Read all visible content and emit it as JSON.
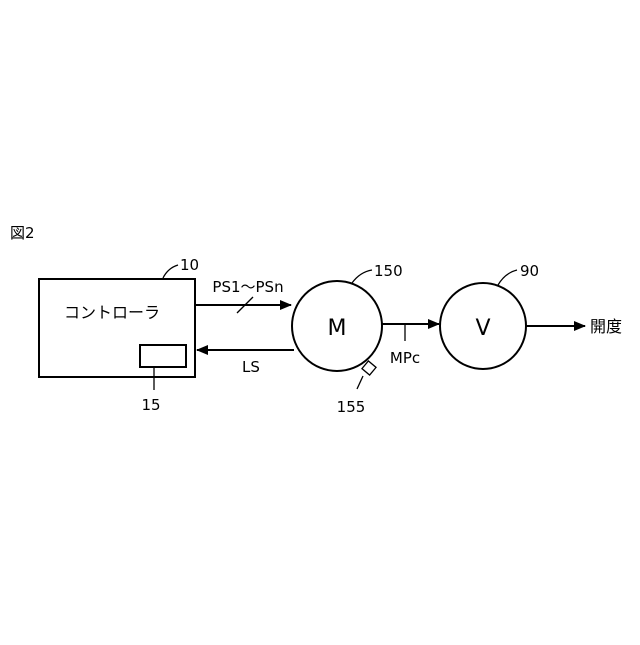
{
  "figure": {
    "label": "図2"
  },
  "controller": {
    "ref": "10",
    "label": "コントローラ",
    "sub_ref": "15"
  },
  "motor": {
    "ref": "150",
    "symbol": "M",
    "sensor_ref": "155"
  },
  "valve": {
    "ref": "90",
    "symbol": "V"
  },
  "signals": {
    "pulse": "PS1～PSn",
    "limit": "LS",
    "motor_pulse": "MPc",
    "output": "開度"
  }
}
